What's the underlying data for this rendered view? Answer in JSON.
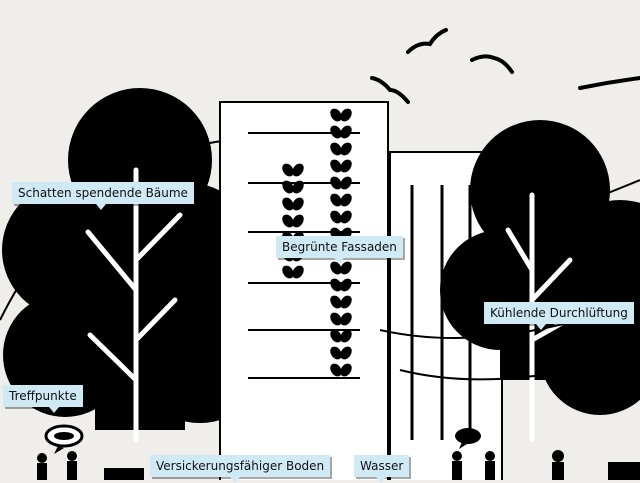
{
  "labels": {
    "shade_trees": "Schatten spendende Bäume",
    "green_facades": "Begrünte Fassaden",
    "cooling_ventilation": "Kühlende Durchlüftung",
    "meeting_points": "Treffpunkte",
    "permeable_soil": "Versickerungsfähiger Boden",
    "water": "Wasser"
  },
  "colors": {
    "background": "#f0eeea",
    "ink": "#000000",
    "label_fill": "#cfe9f5"
  },
  "icons": [
    "tree-icon",
    "building-icon",
    "bird-icon",
    "person-icon",
    "speech-bubble-icon",
    "leaf-icon"
  ]
}
